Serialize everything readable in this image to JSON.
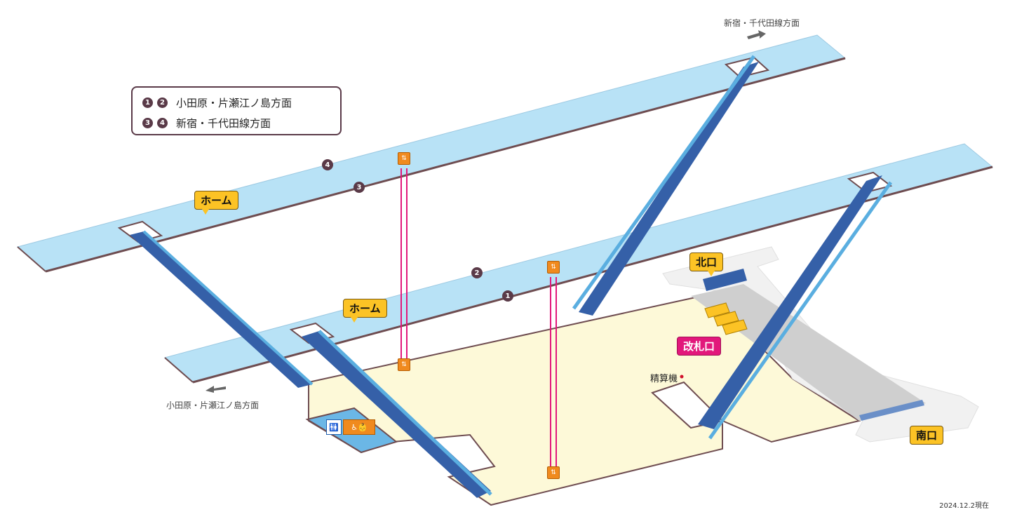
{
  "legend": {
    "rows": [
      {
        "nums": [
          "1",
          "2"
        ],
        "label": "小田原・片瀬江ノ島方面"
      },
      {
        "nums": [
          "3",
          "4"
        ],
        "label": "新宿・千代田線方面"
      }
    ]
  },
  "platforms": {
    "upper": {
      "label": "ホーム",
      "tracks": [
        "4",
        "3"
      ]
    },
    "lower": {
      "label": "ホーム",
      "tracks": [
        "2",
        "1"
      ]
    }
  },
  "directions": {
    "shinjuku": "新宿・千代田線方面",
    "odawara": "小田原・片瀬江ノ島方面"
  },
  "exits": {
    "north": "北口",
    "south": "南口"
  },
  "gates": "改札口",
  "fare_adjustment": "精算機",
  "icons": {
    "elevator": "elevator-icon",
    "toilet": "toilet-icon",
    "accessible": "accessible-toilet-icon"
  },
  "colors": {
    "platform": "#b8e2f6",
    "concourse": "#fdf9d8",
    "callout": "#fcc325",
    "gate": "#e2187b",
    "edge": "#5a3a48"
  },
  "date_stamp": "2024.12.2現在"
}
